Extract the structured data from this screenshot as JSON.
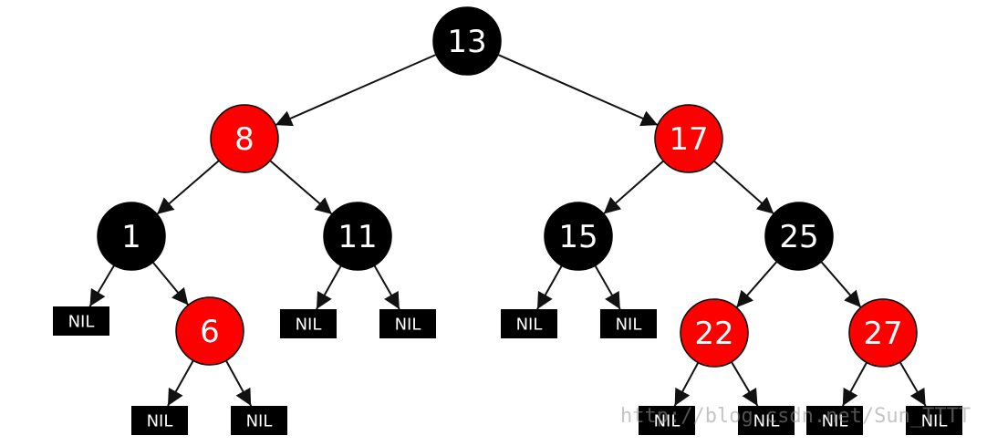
{
  "colors": {
    "red": "#ff0000",
    "black": "#000000",
    "text": "#ffffff",
    "edge": "#111111"
  },
  "nil_label": "NIL",
  "nodes": [
    {
      "id": "n13",
      "label": "13",
      "color": "black"
    },
    {
      "id": "n8",
      "label": "8",
      "color": "red"
    },
    {
      "id": "n17",
      "label": "17",
      "color": "red"
    },
    {
      "id": "n1",
      "label": "1",
      "color": "black"
    },
    {
      "id": "n11",
      "label": "11",
      "color": "black"
    },
    {
      "id": "n15",
      "label": "15",
      "color": "black"
    },
    {
      "id": "n25",
      "label": "25",
      "color": "black"
    },
    {
      "id": "n6",
      "label": "6",
      "color": "red"
    },
    {
      "id": "n22",
      "label": "22",
      "color": "red"
    },
    {
      "id": "n27",
      "label": "27",
      "color": "red"
    }
  ],
  "nil_leaves": [
    "nil1",
    "nil6a",
    "nil6b",
    "nil11a",
    "nil11b",
    "nil15a",
    "nil15b",
    "nil22a",
    "nil22b",
    "nil27a",
    "nil27b"
  ],
  "edges": [
    [
      "n13",
      "n8"
    ],
    [
      "n13",
      "n17"
    ],
    [
      "n8",
      "n1"
    ],
    [
      "n8",
      "n11"
    ],
    [
      "n17",
      "n15"
    ],
    [
      "n17",
      "n25"
    ],
    [
      "n1",
      "nil1"
    ],
    [
      "n1",
      "n6"
    ],
    [
      "n6",
      "nil6a"
    ],
    [
      "n6",
      "nil6b"
    ],
    [
      "n11",
      "nil11a"
    ],
    [
      "n11",
      "nil11b"
    ],
    [
      "n15",
      "nil15a"
    ],
    [
      "n15",
      "nil15b"
    ],
    [
      "n25",
      "n22"
    ],
    [
      "n25",
      "n27"
    ],
    [
      "n22",
      "nil22a"
    ],
    [
      "n22",
      "nil22b"
    ],
    [
      "n27",
      "nil27a"
    ],
    [
      "n27",
      "nil27b"
    ]
  ],
  "watermark": "http://blog.csdn.net/Sun_TTTT"
}
